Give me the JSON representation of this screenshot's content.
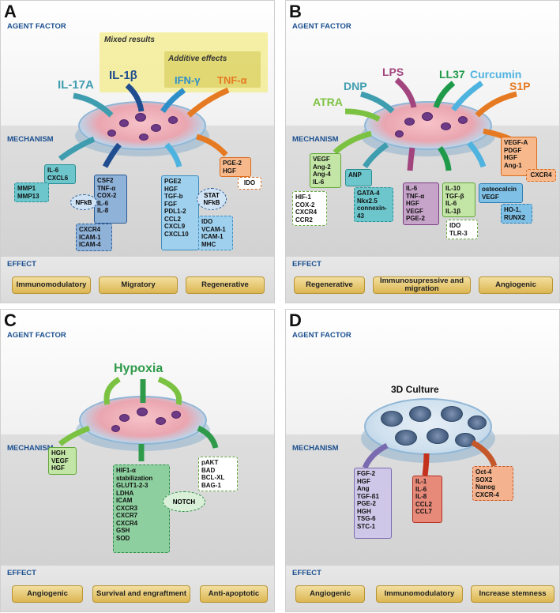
{
  "labels": {
    "agent": "AGENT FACTOR",
    "mechanism": "MECHANISM",
    "effect": "EFFECT"
  },
  "panelA": {
    "letter": "A",
    "mixed_label": "Mixed results",
    "additive_label": "Additive effects",
    "agents": [
      {
        "name": "IL-17A",
        "color": "#3f9db0"
      },
      {
        "name": "IL-1β",
        "color": "#1f4d8f"
      },
      {
        "name": "IFN-γ",
        "color": "#2e8fc8"
      },
      {
        "name": "TNF-α",
        "color": "#e67a22"
      }
    ],
    "boxes": {
      "il6": [
        "IL-6",
        "CXCL6"
      ],
      "mmp": [
        "MMP1",
        "MMP13"
      ],
      "csf": [
        "CSF2",
        "TNF-α",
        "COX-2",
        "IL-6",
        "IL-8"
      ],
      "nfkb": "NFkB",
      "cxcr4": [
        "CXCR4",
        "ICAM-1",
        "ICAM-4"
      ],
      "pge2": [
        "PGE2",
        "HGF",
        "TGF-b",
        "FGF",
        "PDL1-2",
        "CCL2",
        "CXCL9",
        "CXCL10"
      ],
      "stat": [
        "STAT",
        "NFkB"
      ],
      "ido": [
        "IDO",
        "VCAM-1",
        "ICAM-1",
        "MHC"
      ],
      "pge2hgf": [
        "PGE-2",
        "HGF"
      ],
      "ido2": "IDO"
    },
    "effects": [
      "Immunomodulatory",
      "Migratory",
      "Regenerative"
    ]
  },
  "panelB": {
    "letter": "B",
    "agents": [
      {
        "name": "ATRA",
        "color": "#7cc242"
      },
      {
        "name": "DNP",
        "color": "#3f9db0"
      },
      {
        "name": "LPS",
        "color": "#a2457f"
      },
      {
        "name": "LL37",
        "color": "#1f9a4a"
      },
      {
        "name": "Curcumin",
        "color": "#4fb3e0"
      },
      {
        "name": "S1P",
        "color": "#e67a22"
      }
    ],
    "boxes": {
      "vegf": [
        "VEGF",
        "Ang-2",
        "Ang-4",
        "IL-6"
      ],
      "hif": [
        "HIF-1",
        "COX-2",
        "CXCR4",
        "CCR2"
      ],
      "anp": "ANP",
      "gata": [
        "GATA-4",
        "Nkx2.5",
        "connexin-",
        "43"
      ],
      "il6": [
        "IL-6",
        "TNF-α",
        "HGF",
        "VEGF",
        "PGE-2"
      ],
      "il10": [
        "IL-10",
        "TGF-β",
        "IL-6",
        "IL-1β"
      ],
      "idotlr": [
        "IDO",
        "TLR-3"
      ],
      "osteo": [
        "osteocalcin",
        "VEGF"
      ],
      "ho1": [
        "HO-1,",
        "RUNX2"
      ],
      "vegfa": [
        "VEGF-A",
        "PDGF",
        "HGF",
        "Ang-1"
      ],
      "cxcr4": "CXCR4"
    },
    "effects": [
      "Regenerative",
      "Immunosupressive and migration",
      "Angiogenic"
    ]
  },
  "panelC": {
    "letter": "C",
    "agents": [
      {
        "name": "Hypoxia",
        "color": "#2f9a4a"
      }
    ],
    "boxes": {
      "hgh": [
        "HGH",
        "VEGF",
        "HGF"
      ],
      "hif": [
        "HIF1-α",
        "stabilization",
        "GLUT1-2-3",
        "LDHA",
        "ICAM",
        "CXCR3",
        "CXCR7",
        "CXCR4",
        "GSH",
        "SOD"
      ],
      "notch": "NOTCH",
      "pakt": [
        "pAKT",
        "BAD",
        "BCL-XL",
        "BAG-1"
      ]
    },
    "effects": [
      "Angiogenic",
      "Survival and engraftment",
      "Anti-apoptotic"
    ]
  },
  "panelD": {
    "letter": "D",
    "culture_label": "3D Culture",
    "boxes": {
      "fgf": [
        "FGF-2",
        "HGF",
        "Ang",
        "TGF-ß1",
        "PGE-2",
        "HGH",
        "TSG-6",
        "STC-1"
      ],
      "il1": [
        "IL-1",
        "IL-6",
        "IL-8",
        "CCL2",
        "CCL7"
      ],
      "oct": [
        "Oct-4",
        "SOX2",
        "Nanog",
        "CXCR-4"
      ]
    },
    "effects": [
      "Angiogenic",
      "Immunomodulatory",
      "Increase stemness"
    ]
  }
}
